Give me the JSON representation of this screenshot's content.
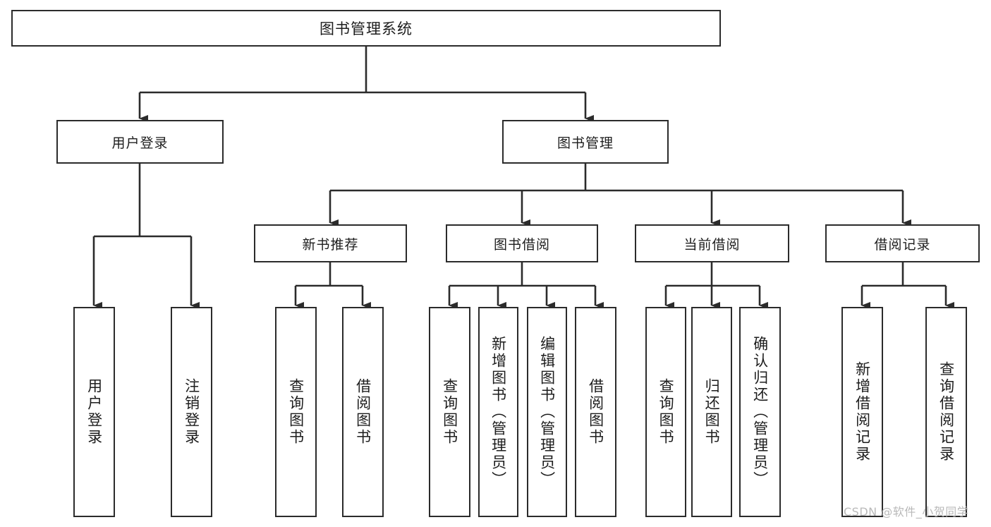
{
  "diagram": {
    "title": "图书管理系统",
    "type": "tree",
    "style": {
      "box_border_color": "#2b2b2b",
      "box_fill": "#ffffff",
      "connector_color": "#2b2b2b",
      "text_color": "#1d1d1d",
      "background": "#ffffff",
      "watermark_color": "#b9b9b9"
    },
    "root": {
      "label": "图书管理系统"
    },
    "level1": [
      {
        "label": "用户登录"
      },
      {
        "label": "图书管理"
      }
    ],
    "level2": [
      {
        "label": "新书推荐"
      },
      {
        "label": "图书借阅"
      },
      {
        "label": "当前借阅"
      },
      {
        "label": "借阅记录"
      }
    ],
    "leaves": {
      "user_login": [
        {
          "label": "用户登录"
        },
        {
          "label": "注销登录"
        }
      ],
      "new_book_recommend": [
        {
          "label": "查询图书"
        },
        {
          "label": "借阅图书"
        }
      ],
      "book_borrow": [
        {
          "label": "查询图书"
        },
        {
          "label": "新增图书（管理员）"
        },
        {
          "label": "编辑图书（管理员）"
        },
        {
          "label": "借阅图书"
        }
      ],
      "current_borrow": [
        {
          "label": "查询图书"
        },
        {
          "label": "归还图书"
        },
        {
          "label": "确认归还（管理员）"
        }
      ],
      "borrow_record": [
        {
          "label": "新增借阅记录"
        },
        {
          "label": "查询借阅记录"
        }
      ]
    }
  },
  "watermark": {
    "text": "CSDN @软件_小贺同学"
  }
}
